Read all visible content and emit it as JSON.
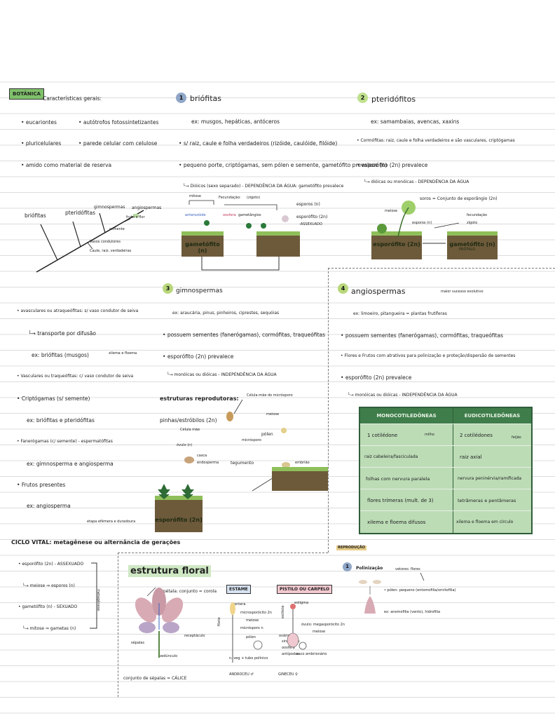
{
  "header": {
    "tag": "BOTÂNICA",
    "caracteristicas": "Características gerais:",
    "bullets": [
      "eucariontes",
      "pluricelulares",
      "amido como material de reserva",
      "autótrofos fotossintetizantes",
      "parede celular com celulose"
    ]
  },
  "tree": {
    "labels": [
      "briófitas",
      "pteridófitas",
      "gimnospermas",
      "angiospermas",
      "fruto e flor",
      "semente",
      "Vasos condutores",
      "Caule, raiz, verdadeiras"
    ]
  },
  "briofitas": {
    "number": "1",
    "title": "briófitas",
    "lines": [
      "ex: musgos, hepáticas, antóceros",
      "s/ raiz, caule e folha verdadeiros (rizóide, caulóide, filóide)",
      "pequeno porte, criptógamas, sem pólen e semente, gametófito prevalece (n)",
      "Dióicos (sexo separado) - DEPENDÊNCIA DA ÁGUA: gametófito prevalece"
    ],
    "diagram": [
      "mitose",
      "anterozóide",
      "Fecundação:",
      "(zigoto)",
      "gametângios",
      "esporos (n)",
      "esporófito (2n)",
      "-ASSEXUADO",
      "gametófito (n)",
      "oosfera"
    ]
  },
  "pteridofitas": {
    "number": "2",
    "title": "pteridófitos",
    "lines": [
      "ex: samambaias, avencas, xaxins",
      "Cormófitas: raiz, caule e folha verdadeiros e são vasculares, criptógamas",
      "esporófito (2n) prevalece",
      "dióicas ou monóicas - DEPENDÊNCIA DA ÁGUA"
    ],
    "diagram": [
      "soros = Conjunto de esporângio (2n)",
      "esporos (n)",
      "gametófito (n)",
      "PRÓTALO",
      "esporófito (2n)",
      "fecundação",
      "zigoto",
      "meiose"
    ]
  },
  "gimnospermas": {
    "number": "3",
    "title": "gimnospermas",
    "lines": [
      "ex: araucária, pinus, pinheiros, ciprestes, sequóias",
      "possuem sementes (fanerógamas), cormófitas, traqueófitas",
      "esporófito (2n) prevalece",
      "monóicas ou dióicas - INDEPENDÊNCIA DA ÁGUA"
    ],
    "estruturas": "estruturas reprodutoras:",
    "pinhas": "pinhas/estróbilos (2n)",
    "diagram": [
      "Célula-mãe do micrósporo",
      "meiose",
      "pólen",
      "micrósporo",
      "Célula mãe",
      "óvulo (n)",
      "casca",
      "tegumento",
      "endosperma",
      "embrião",
      "esporófito (2n)"
    ]
  },
  "left_list": {
    "items": [
      "avasculares ou atraqueófitas: s/ vaso condutor de seiva",
      "transporte por difusão",
      "ex: briófitas (musgos)",
      "xilema e floema",
      "Vasculares ou traqueófitas: c/ vaso condutor de seiva",
      "Criptógamas (s/ semente)",
      "ex: briófitas e pteridófitas",
      "Fanerógamas (c/ semente) - espermatófitas",
      "ex: gimnosperma e angiosperma",
      "Frutos presentes",
      "ex: angiosperma"
    ]
  },
  "ciclo": {
    "label": "CICLO VITAL: metagênese ou alternância de gerações",
    "etapa": "etapa efêmera e duradoura",
    "items": [
      "esporófito (2n) - ASSEXUADO",
      "meiose ⇒ esporos (n)",
      "gametófito (n) - SEXUADO",
      "mitose ⇒ gametas (n)"
    ],
    "side": "metagênese"
  },
  "angiospermas": {
    "number": "4",
    "title": "angiospermas",
    "sucesso": "maior sucesso evolutivo",
    "lines": [
      "ex: limoeiro, pitangueira = plantas frutíferas",
      "possuem sementes (fanerógamas), cormófitas, traqueófitas",
      "Flores e Frutos com atrativos para polinização e proteção/dispersão de sementes",
      "esporófito (2n) prevalece",
      "monóicas ou dióicas - INDEPENDÊNCIA DA ÁGUA"
    ]
  },
  "table": {
    "headers": [
      "MONOCOTILEDÔNEAS",
      "EUDICOTILEDÔNEAS"
    ],
    "rows": [
      [
        "1 cotilédone",
        "2 cotilédones"
      ],
      [
        "raiz cabeleira/fasciculada",
        "raiz axial"
      ],
      [
        "folhas com nervura paralela",
        "nervura peninérvia/ramificada"
      ],
      [
        "flores trímeras (mult. de 3)",
        "tetrâmeras e pentâmeras"
      ],
      [
        "xilema e floema difusos",
        "xilema e floema em círculo"
      ]
    ],
    "extras": [
      "milho",
      "feijão"
    ]
  },
  "flor": {
    "title": "estrutura floral",
    "petala": "pétala: conjunto = corola",
    "receptaculo": "receptáculo",
    "sepalas": "sépalas",
    "pedunculo": "pedúnculo",
    "calice": "conjunto de sépalas = CÁLICE",
    "estame": "ESTAME",
    "pistilo": "PISTILO OU CARPELO",
    "androceu": "ANDROCEU ♂",
    "gineceu": "GINECEU ♀",
    "estame_notes": [
      "antera",
      "microsporócito 2n",
      "meiose",
      "micrósporo n",
      "pólen",
      "filete",
      "n. veg + tubo polínico"
    ],
    "pistilo_notes": [
      "estigma",
      "estilete",
      "ovário",
      "óvulo: megasporócito 2n",
      "meiose",
      "saco embrionário",
      "sinérgides",
      "oosfera",
      "antípodas"
    ]
  },
  "reproducao": {
    "label": "REPRODUÇÃO",
    "number": "1",
    "polinizacao": "Polinização",
    "vetores": "vetores: flores",
    "linhas": [
      "pólen: pequeno (entomofilia/ornitofilia)",
      "ex: anemofilia (vento), hidrofilia"
    ]
  }
}
